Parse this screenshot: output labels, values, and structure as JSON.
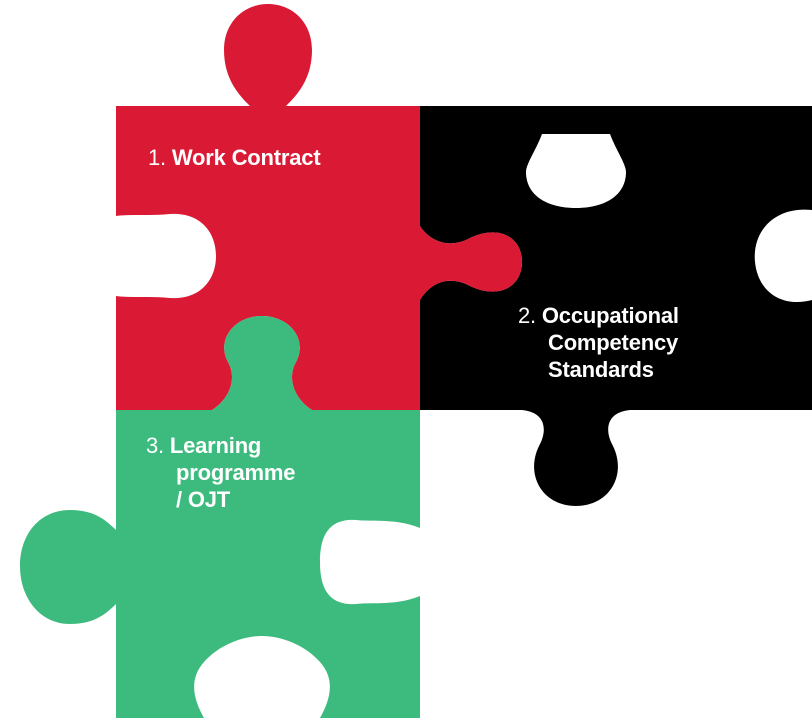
{
  "pieces": {
    "work_contract": {
      "number": "1.",
      "lines": [
        "Work Contract"
      ],
      "color": "#DA1A35"
    },
    "occupational_standards": {
      "number": "2.",
      "lines": [
        "Occupational",
        "Competency",
        "Standards"
      ],
      "color": "#000000"
    },
    "learning_programme": {
      "number": "3.",
      "lines": [
        "Learning",
        "programme",
        "/ OJT"
      ],
      "color": "#3DBB7E"
    }
  }
}
